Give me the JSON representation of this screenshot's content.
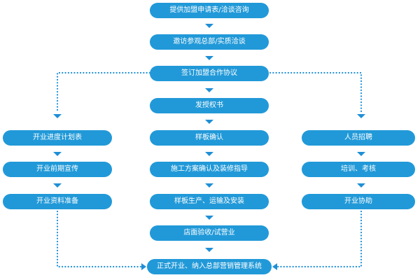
{
  "center": {
    "step1": "提供加盟申请表/洽谈咨询",
    "step2": "邀访参观总部/实质洽谈",
    "step3": "签订加盟合作协议",
    "step4": "发授权书",
    "step5": "样板确认",
    "step6": "施工方案确认及装修指导",
    "step7": "样板生产、运输及安装",
    "step8": "店面验收/试营业",
    "step9": "正式开业、纳入总部营销管理系统"
  },
  "left": {
    "step1": "开业进度计划表",
    "step2": "开业前期宣传",
    "step3": "开业资料准备"
  },
  "right": {
    "step1": "人员招聘",
    "step2": "培训、考核",
    "step3": "开业协助"
  },
  "colors": {
    "box": "#2199d8",
    "arrow": "#1f8fd6",
    "text": "#ffffff"
  }
}
